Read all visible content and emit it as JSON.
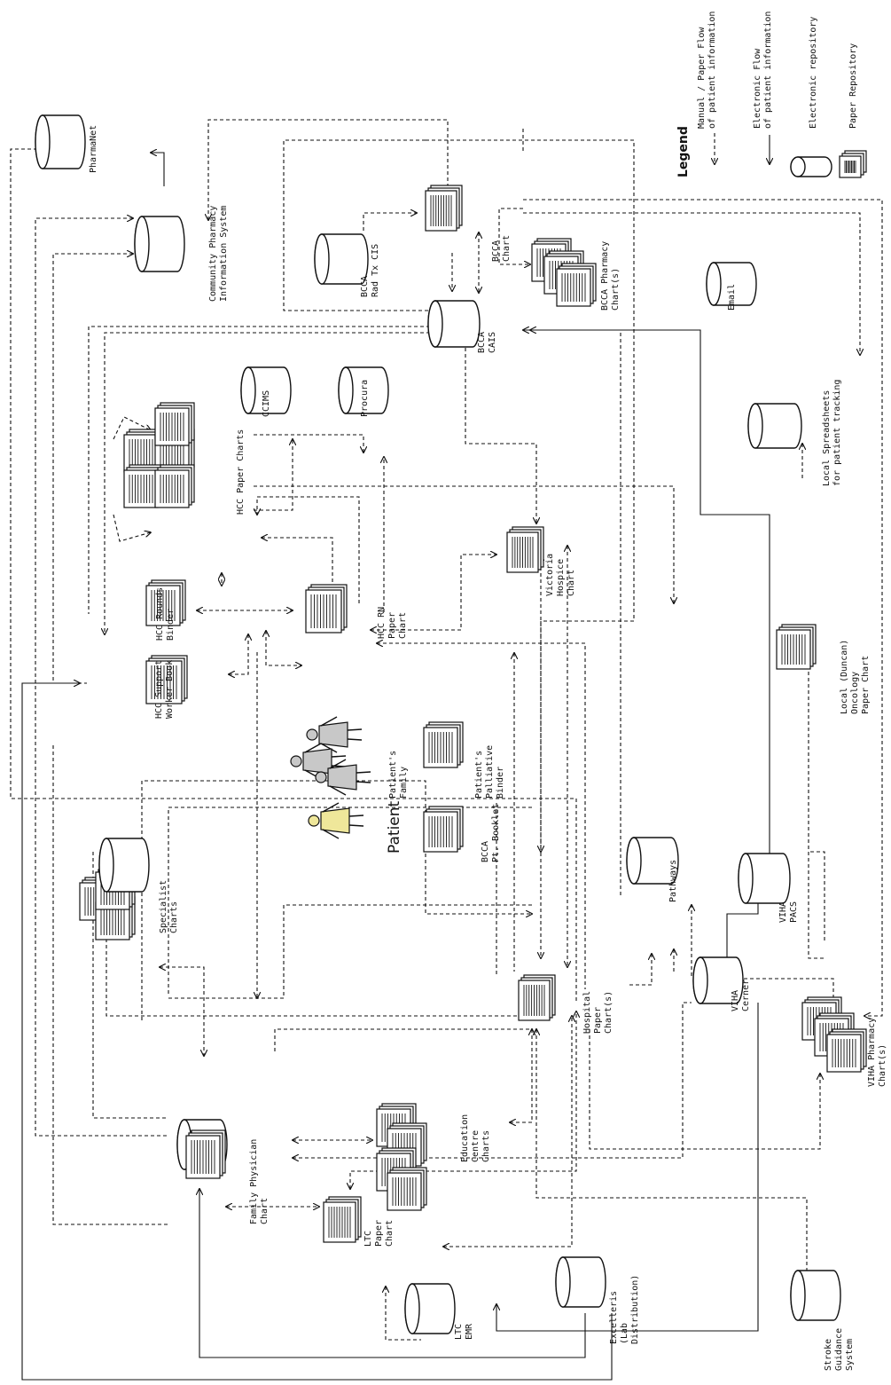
{
  "legend": {
    "title": "Legend",
    "manual_flow": [
      "Manual / Paper Flow",
      "of patient information"
    ],
    "electronic_flow": [
      "Electronic Flow",
      "of patient information"
    ],
    "electronic_repository": "Electronic repository",
    "paper_repository": "Paper Repository"
  },
  "nodes": {
    "pharmanet": [
      "PharmaNet"
    ],
    "community_pharmacy": [
      "Community Pharmacy",
      "Information System"
    ],
    "bcca_rad_tx": [
      "BCCA",
      "Rad Tx CIS"
    ],
    "bcca_chart": [
      "BCCA",
      "Chart"
    ],
    "bcca_pharmacy": [
      "BCCA Pharmacy",
      "Chart(s)"
    ],
    "email": [
      "Email"
    ],
    "bcca_cais": [
      "BCCA",
      "CAIS"
    ],
    "ccims": [
      "CCIMS"
    ],
    "procura": [
      "Procura"
    ],
    "local_spreadsheets": [
      "Local Spreadsheets",
      "for patient tracking"
    ],
    "hcc_paper_charts": [
      "HCC Paper Charts"
    ],
    "hcc_rounds": [
      "HCC Rounds",
      "Binder"
    ],
    "hcc_rn": [
      "HCC RN",
      "Paper",
      "Chart"
    ],
    "victoria_hospice": [
      "Victoria",
      "Hospice",
      "Chart"
    ],
    "local_duncan": [
      "Local (Duncan)",
      "Oncology",
      "Paper Chart"
    ],
    "hcc_support": [
      "HCC Support",
      "Worker Book"
    ],
    "patients_family": [
      "Patient's",
      "Family"
    ],
    "palliative_binder": [
      "Patient's",
      "Palliative",
      "Binder"
    ],
    "patient": [
      "Patient"
    ],
    "bcca_booklet": [
      "BCCA",
      "Pt. Booklet"
    ],
    "pathways": [
      "Pathways"
    ],
    "viha_pacs": [
      "VIHA",
      "PACS"
    ],
    "specialist": [
      "Specialist",
      "Charts"
    ],
    "hospital_paper": [
      "Hospital",
      "Paper",
      "Chart(s)"
    ],
    "viha_cerner": [
      "VIHA",
      "Cerner"
    ],
    "viha_pharmacy": [
      "VIHA Pharmacy",
      "Chart(s)"
    ],
    "education_centre": [
      "Education",
      "Centre",
      "Charts"
    ],
    "family_physician": [
      "Family Physician",
      "Chart"
    ],
    "ltc_paper": [
      "LTC",
      "Paper",
      "Chart"
    ],
    "stroke": [
      "Stroke",
      "Guidance",
      "System"
    ],
    "ltc_emr": [
      "LTC",
      "EMR"
    ],
    "excelleris": [
      "Excelleris",
      "(Lab",
      "Distribution)"
    ]
  },
  "colors": {
    "ink": "#111111",
    "patient_fill": "#efe79a",
    "family_fill": "#c8c8c8",
    "paper_fill": "#ffffff"
  }
}
